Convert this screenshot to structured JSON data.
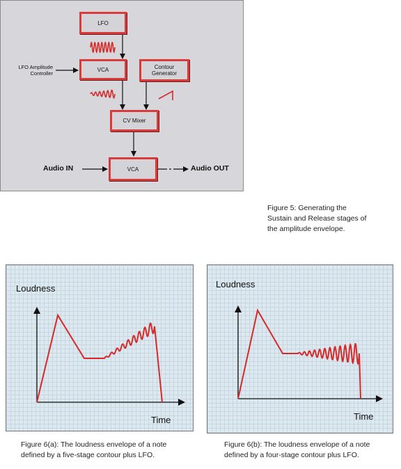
{
  "figure5": {
    "modules": {
      "lfo": "LFO",
      "vca1": "VCA",
      "contour": "Contour Generator",
      "cv_mixer": "CV Mixer",
      "vca2": "VCA"
    },
    "lfo_amplitude_label": "LFO Amplitude Controller",
    "audio_in": "Audio IN",
    "audio_out": "Audio OUT",
    "caption": "Figure 5: Generating the Sustain and Release stages of the amplitude envelope."
  },
  "figure6a": {
    "ylabel": "Loudness",
    "xlabel": "Time",
    "caption": "Figure 6(a): The loudness envelope of a note defined by a five-stage contour plus LFO."
  },
  "figure6b": {
    "ylabel": "Loudness",
    "xlabel": "Time",
    "caption": "Figure 6(b): The loudness envelope of a note defined by a four-stage contour plus LFO."
  },
  "colors": {
    "signal": "#d42a2a",
    "module_border": "#d93a3a",
    "panel_bg": "#dde9f0",
    "fig5_bg": "#d7d6da"
  }
}
